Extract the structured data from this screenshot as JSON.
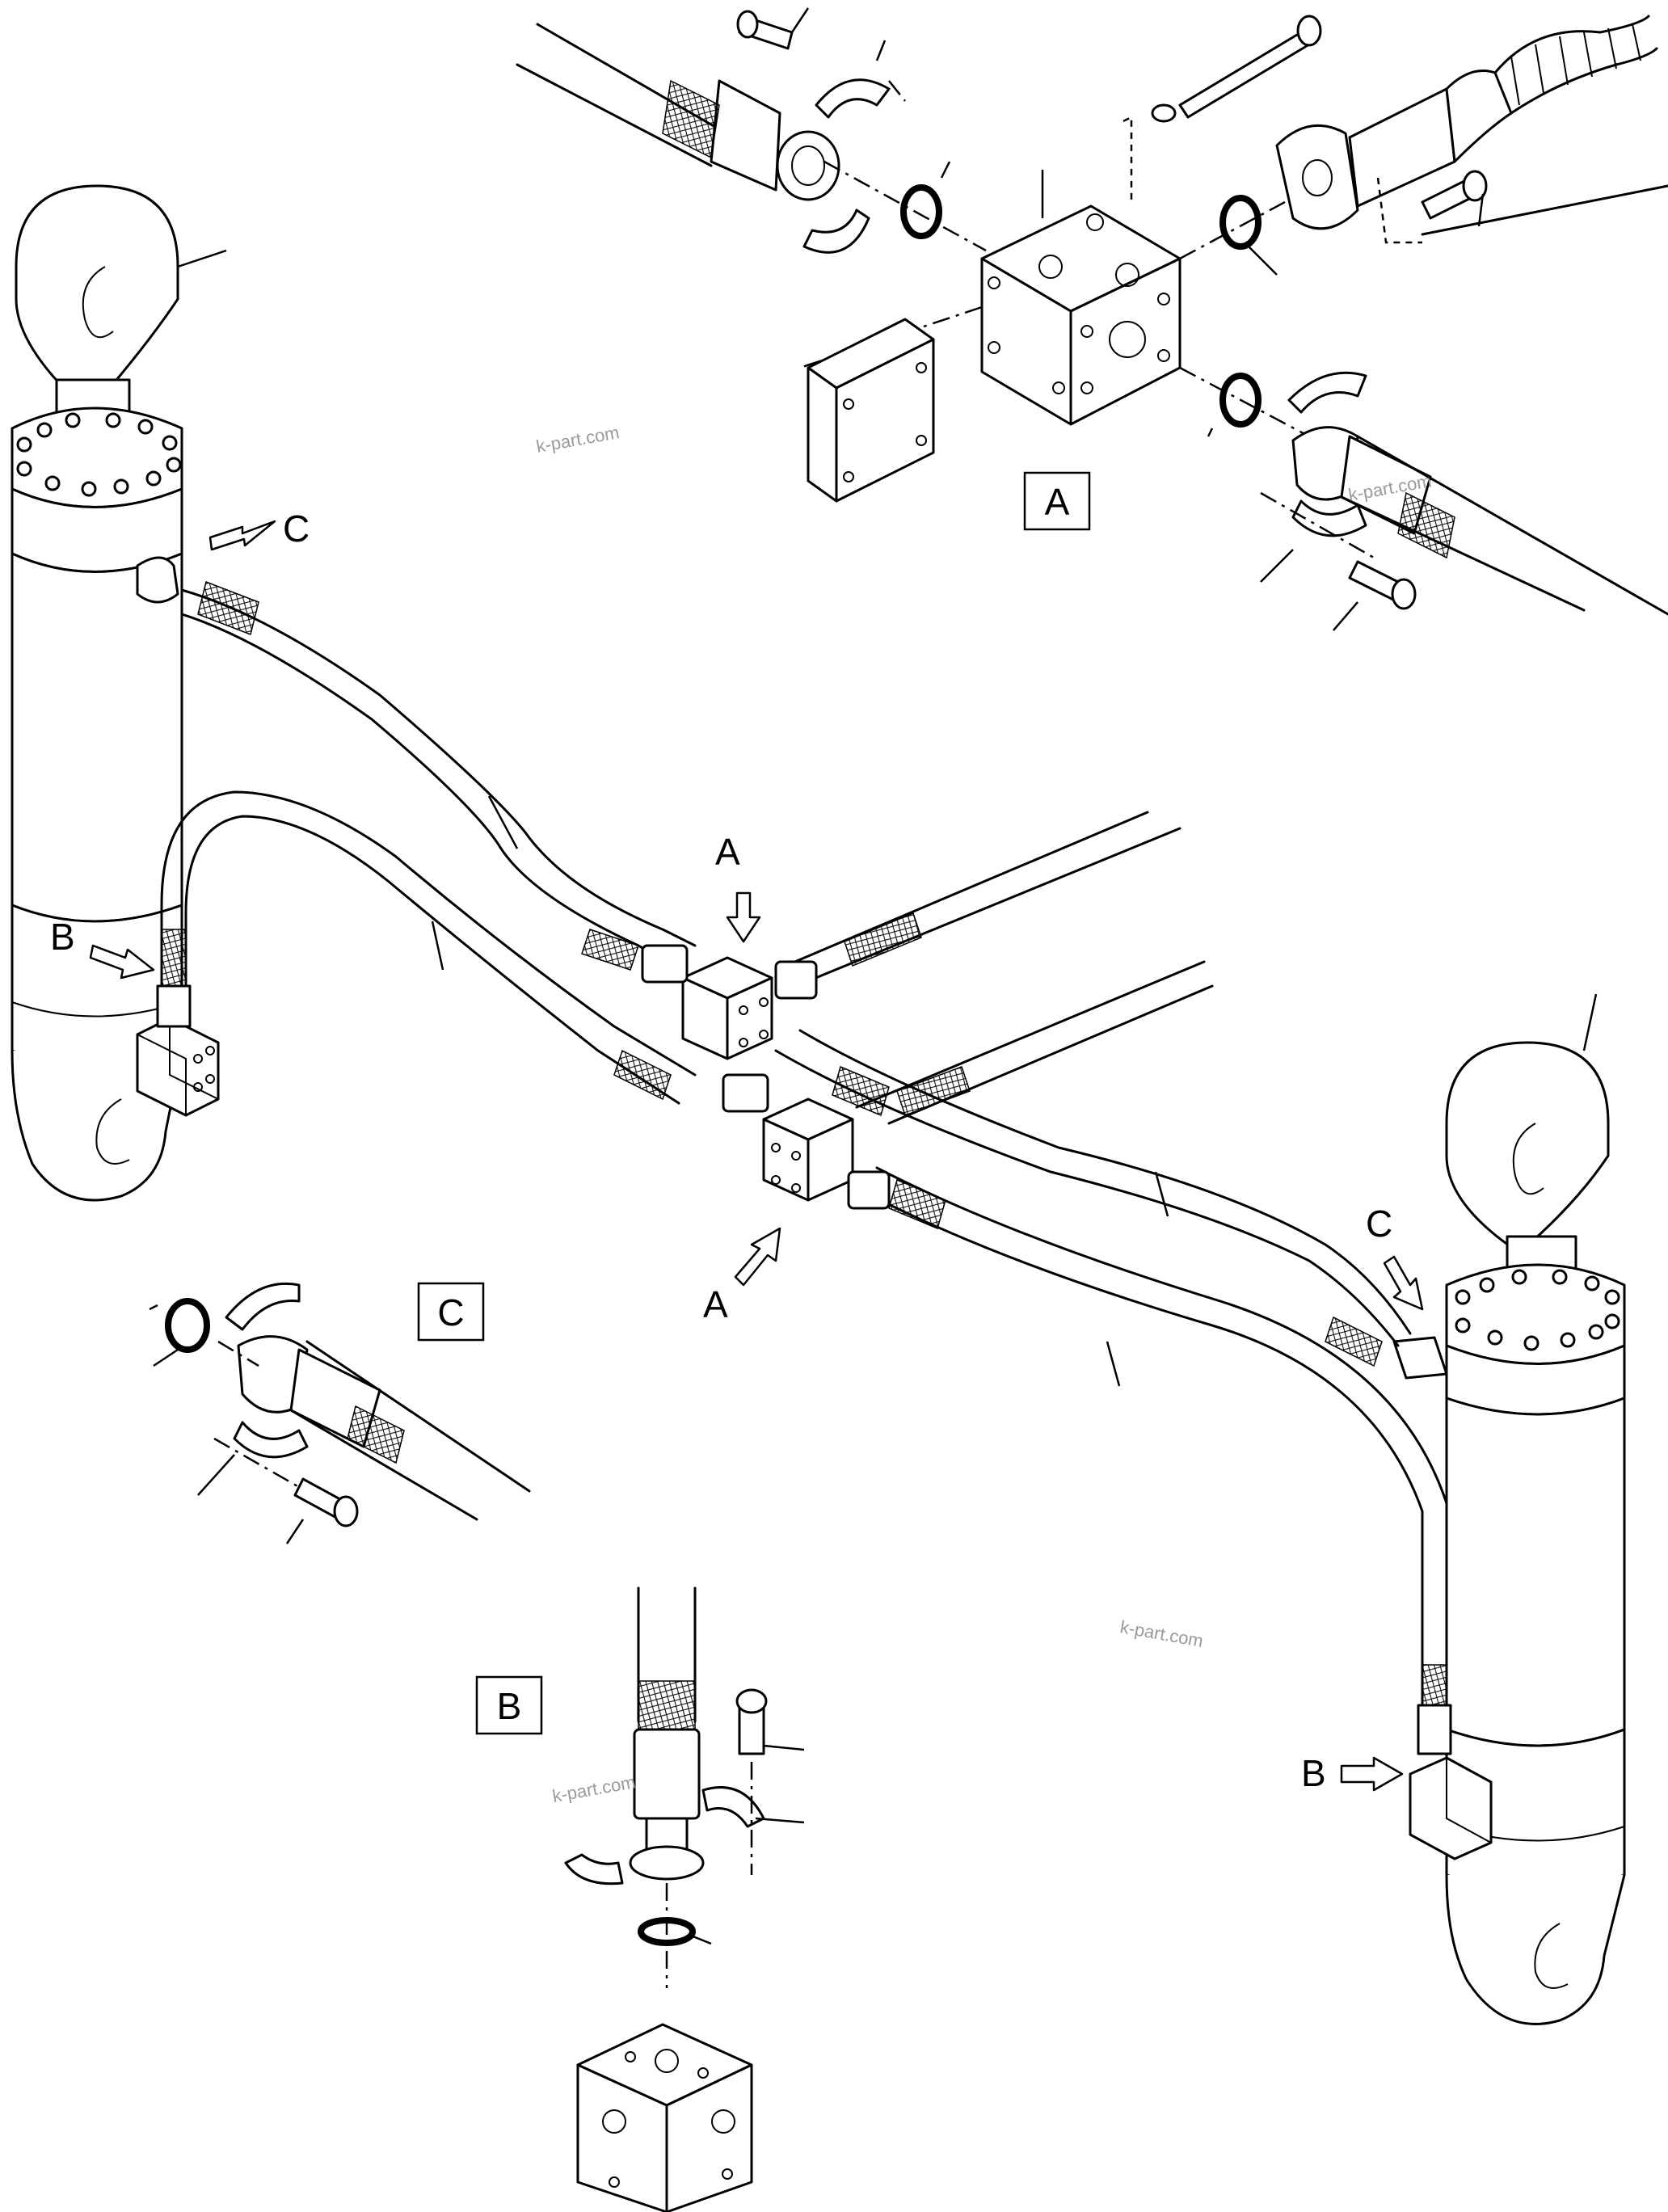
{
  "labels": {
    "a": "A",
    "b": "B",
    "c": "C"
  },
  "watermark": "k-part.com",
  "colors": {
    "ink": "#000000",
    "paper": "#ffffff",
    "watermark": "#9a9a9a"
  }
}
